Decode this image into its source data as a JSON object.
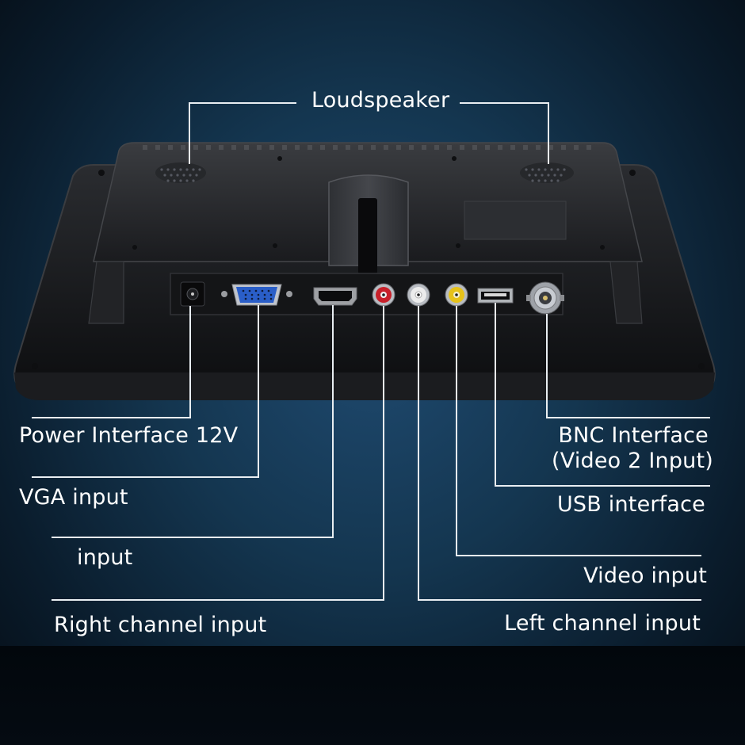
{
  "labels": {
    "loudspeaker": "Loudspeaker",
    "power": "Power Interface 12V",
    "vga": "VGA input",
    "hdmi": "input",
    "right_channel": "Right channel input",
    "bnc_line1": "BNC Interface",
    "bnc_line2": "(Video 2 Input)",
    "usb": "USB interface",
    "video": "Video input",
    "left_channel": "Left channel input"
  },
  "colors": {
    "rca_red": "#c8202a",
    "rca_white": "#e8e8e8",
    "rca_yellow": "#e6c21a",
    "vga_blue": "#2a5ec8"
  }
}
